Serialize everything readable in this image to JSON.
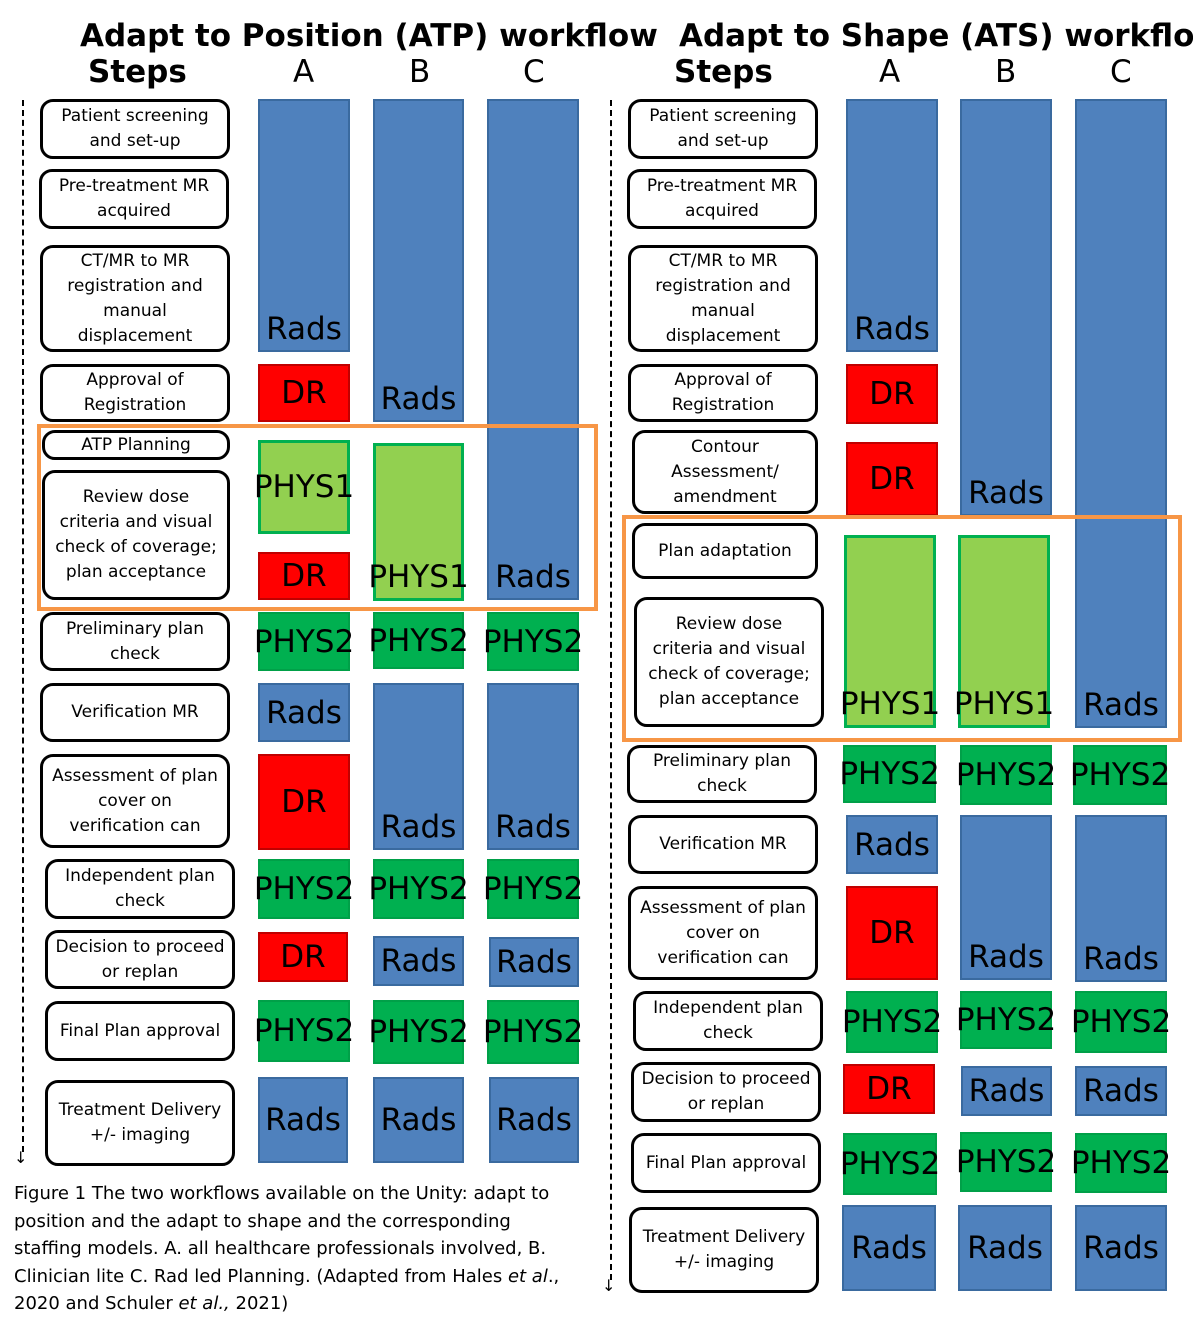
{
  "atp": {
    "title": "Adapt to Position (ATP) workflow",
    "steps_label": "Steps",
    "col_a": "A",
    "col_b": "B",
    "col_c": "C",
    "steps": [
      "Patient screening and set-up",
      "Pre-treatment MR acquired",
      "CT/MR to MR registration and manual displacement",
      "Approval of Registration",
      "ATP Planning",
      "Review dose criteria and visual check of coverage; plan acceptance",
      "Preliminary plan check",
      "Verification MR",
      "Assessment of plan cover on verification can",
      "Independent plan check",
      "Decision to proceed or replan",
      "Final Plan approval",
      "Treatment Delivery +/- imaging"
    ],
    "a_blocks": [
      "Rads",
      "DR",
      "PHYS1",
      "DR",
      "PHYS2",
      "Rads",
      "DR",
      "PHYS2",
      "DR",
      "PHYS2",
      "Rads"
    ],
    "b_blocks": [
      "Rads",
      "PHYS1",
      "PHYS2",
      "Rads",
      "PHYS2",
      "Rads",
      "PHYS2",
      "Rads"
    ],
    "c_blocks": [
      "Rads",
      "PHYS2",
      "Rads",
      "PHYS2",
      "Rads",
      "PHYS2",
      "Rads"
    ]
  },
  "ats": {
    "title": "Adapt to Shape (ATS) workflow",
    "steps_label": "Steps",
    "col_a": "A",
    "col_b": "B",
    "col_c": "C",
    "steps": [
      "Patient screening and set-up",
      "Pre-treatment MR acquired",
      "CT/MR to MR registration and manual displacement",
      "Approval of Registration",
      "Contour Assessment/ amendment",
      "Plan adaptation",
      "Review dose criteria and visual check of coverage; plan acceptance",
      "Preliminary plan check",
      "Verification MR",
      "Assessment of plan cover on verification can",
      "Independent plan check",
      "Decision to proceed or replan",
      "Final Plan approval",
      "Treatment Delivery +/- imaging"
    ],
    "a_blocks": [
      "Rads",
      "DR",
      "DR",
      "PHYS1",
      "PHYS2",
      "Rads",
      "DR",
      "PHYS2",
      "DR",
      "PHYS2",
      "Rads"
    ],
    "b_blocks": [
      "Rads",
      "PHYS1",
      "PHYS2",
      "Rads",
      "PHYS2",
      "Rads",
      "PHYS2",
      "Rads"
    ],
    "c_blocks": [
      "Rads",
      "PHYS2",
      "Rads",
      "PHYS2",
      "Rads",
      "PHYS2",
      "Rads"
    ]
  },
  "caption": {
    "line1": "Figure 1 The two workflows available on the Unity: adapt to",
    "line2": "position and the adapt to shape and the corresponding",
    "line3": "staffing models. A. all healthcare professionals involved, B.",
    "line4_start": "Clinician lite C. Rad led Planning. (Adapted from Hales ",
    "et_al_1": "et al",
    "line4_end": ".,",
    "line5_start": "2020 and Schuler ",
    "et_al_2": "et al.,",
    "line5_end": " 2021)"
  },
  "colors": {
    "rads": "#4f81bd",
    "dr": "#ff0000",
    "phys1": "#92d050",
    "phys2": "#00b050",
    "highlight": "#f79646"
  }
}
